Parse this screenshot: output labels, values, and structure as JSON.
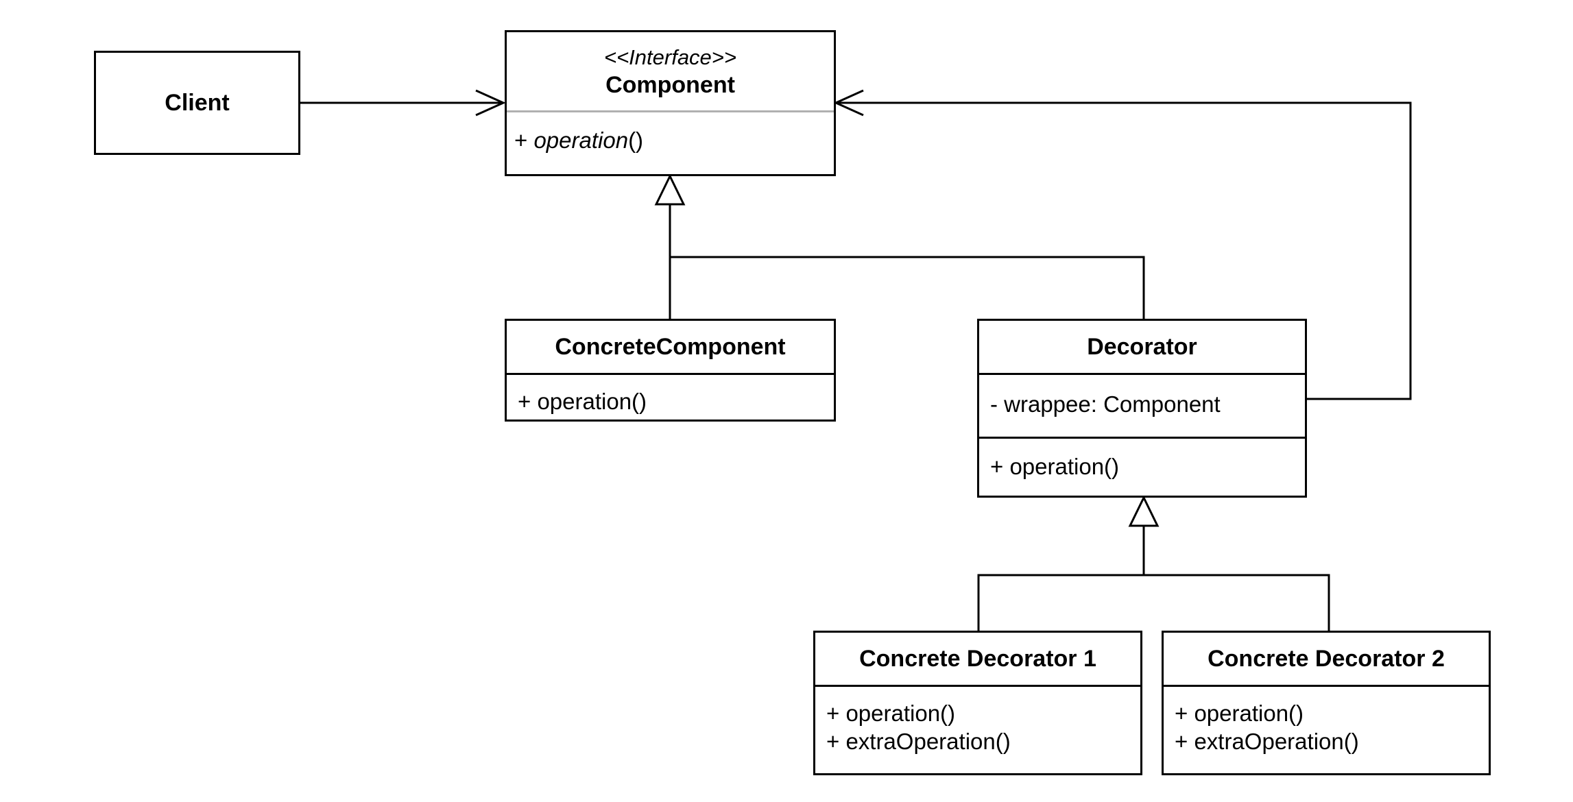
{
  "client": {
    "name": "Client"
  },
  "component": {
    "stereotype": "<<Interface>>",
    "name": "Component",
    "operation_prefix": "+ ",
    "operation_name": "operation",
    "operation_suffix": "()"
  },
  "concrete_component": {
    "name": "ConcreteComponent",
    "operations": [
      "+ operation()"
    ]
  },
  "decorator": {
    "name": "Decorator",
    "fields": [
      "- wrappee: Component"
    ],
    "operations": [
      "+ operation()"
    ]
  },
  "concrete_decorator_1": {
    "name": "Concrete Decorator 1",
    "operations": [
      "+ operation()",
      "+ extraOperation()"
    ]
  },
  "concrete_decorator_2": {
    "name": "Concrete Decorator 2",
    "operations": [
      "+ operation()",
      "+ extraOperation()"
    ]
  },
  "relationships": [
    {
      "type": "association",
      "from": "Client",
      "to": "Component"
    },
    {
      "type": "realization",
      "from": "ConcreteComponent",
      "to": "Component"
    },
    {
      "type": "realization",
      "from": "Decorator",
      "to": "Component"
    },
    {
      "type": "aggregation",
      "from": "Decorator",
      "to": "Component"
    },
    {
      "type": "inheritance",
      "from": "Concrete Decorator 1",
      "to": "Decorator"
    },
    {
      "type": "inheritance",
      "from": "Concrete Decorator 2",
      "to": "Decorator"
    }
  ]
}
